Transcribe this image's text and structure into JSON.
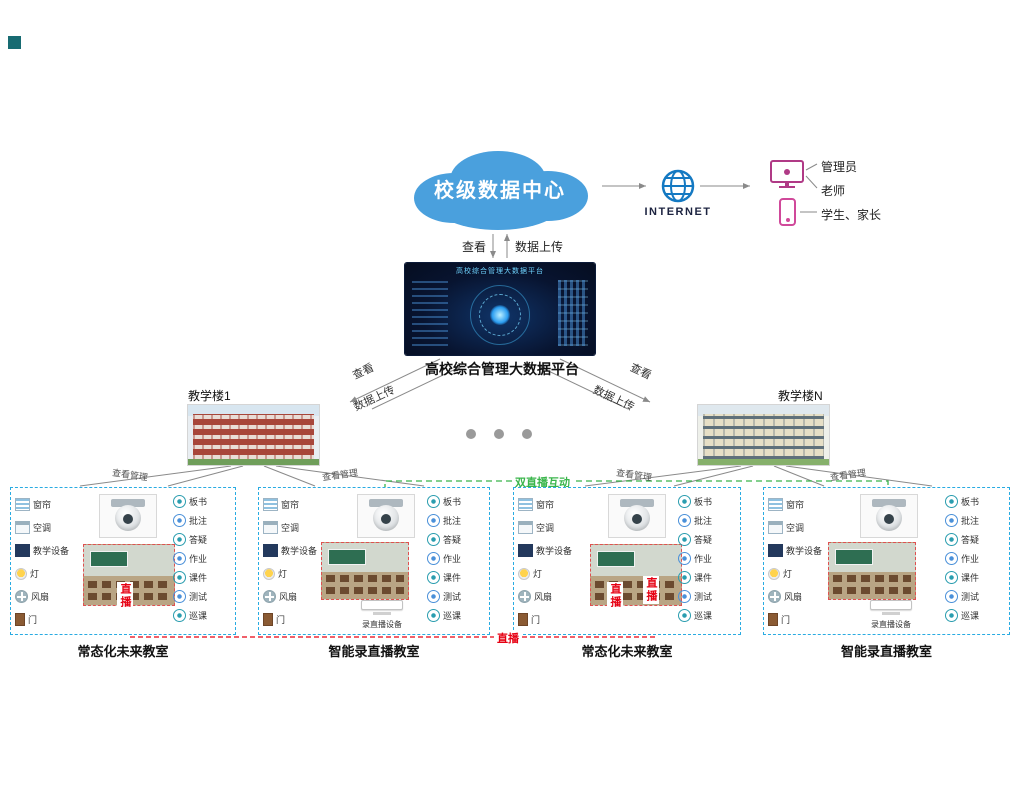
{
  "cloud": {
    "label": "校级数据中心"
  },
  "internet": {
    "label": "INTERNET"
  },
  "users": {
    "admin": "管理员",
    "teacher": "老师",
    "student_parent": "学生、家长"
  },
  "platform": {
    "screen_title": "高校综合管理大数据平台",
    "caption": "高校综合管理大数据平台"
  },
  "connections": {
    "cloud_view": "查看",
    "cloud_upload": "数据上传",
    "left_view": "查看",
    "left_upload": "数据上传",
    "right_view": "查看",
    "right_upload": "数据上传",
    "manage_labels": [
      "查看管理",
      "查看管理",
      "查看管理",
      "查看管理"
    ]
  },
  "live": {
    "dual_label": "双直播互动",
    "vertical_labels": [
      "直播",
      "直播",
      "直播"
    ],
    "bottom_label": "直播"
  },
  "buildings": {
    "left": "教学楼1",
    "right": "教学楼N"
  },
  "classrooms": [
    {
      "label": "常态化未来教室",
      "type": "standard",
      "left_items": [
        "窗帘",
        "空调",
        "教学设备",
        "灯",
        "风扇",
        "门"
      ],
      "right_items": [
        "板书",
        "批注",
        "答疑",
        "作业",
        "课件",
        "测试",
        "巡课"
      ]
    },
    {
      "label": "智能录直播教室",
      "type": "recording",
      "left_items": [
        "窗帘",
        "空调",
        "教学设备",
        "灯",
        "风扇",
        "门"
      ],
      "right_items": [
        "板书",
        "批注",
        "答疑",
        "作业",
        "课件",
        "测试",
        "巡课"
      ],
      "device_caption": "录直播设备"
    },
    {
      "label": "常态化未来教室",
      "type": "standard",
      "left_items": [
        "窗帘",
        "空调",
        "教学设备",
        "灯",
        "风扇",
        "门"
      ],
      "right_items": [
        "板书",
        "批注",
        "答疑",
        "作业",
        "课件",
        "测试",
        "巡课"
      ]
    },
    {
      "label": "智能录直播教室",
      "type": "recording",
      "left_items": [
        "窗帘",
        "空调",
        "教学设备",
        "灯",
        "风扇",
        "门"
      ],
      "right_items": [
        "板书",
        "批注",
        "答疑",
        "作业",
        "课件",
        "测试",
        "巡课"
      ],
      "device_caption": "录直播设备"
    }
  ],
  "colors": {
    "cloud_blue": "#4aa0dd",
    "box_border_blue": "#29abe2",
    "live_green": "#39b54a",
    "live_red": "#e60012",
    "user_icon_magenta": "#b03a86"
  }
}
